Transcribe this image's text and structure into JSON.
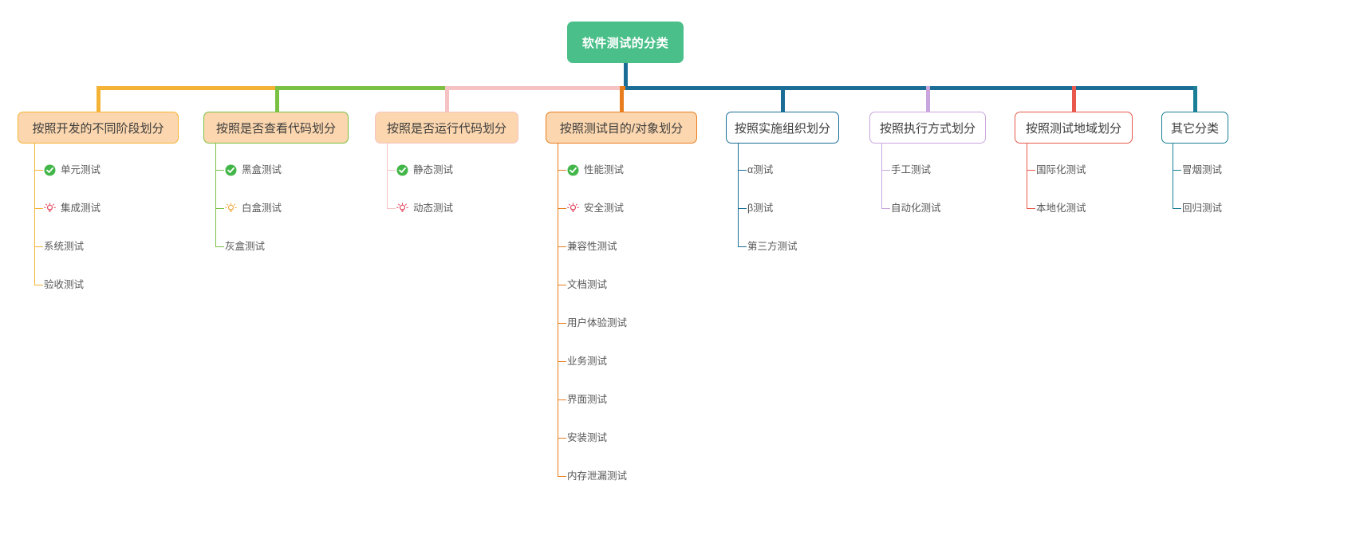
{
  "diagram": {
    "type": "mindmap",
    "title": "软件测试的分类",
    "root": {
      "label": "软件测试的分类",
      "color": "#4bbf8a",
      "text_color": "#ffffff"
    },
    "icons": {
      "check": "green-check-icon",
      "bulb_red": "red-lightbulb-icon",
      "bulb_orange": "orange-lightbulb-icon"
    },
    "branches": [
      {
        "label": "按照开发的不同阶段划分",
        "color": "#f5b335",
        "fill": "#fbd6ae",
        "children": [
          {
            "label": "单元测试",
            "icon": "check"
          },
          {
            "label": "集成测试",
            "icon": "bulb_red"
          },
          {
            "label": "系统测试",
            "icon": ""
          },
          {
            "label": "验收测试",
            "icon": ""
          }
        ]
      },
      {
        "label": "按照是否查看代码划分",
        "color": "#7ac143",
        "fill": "#fbd6ae",
        "children": [
          {
            "label": "黑盒测试",
            "icon": "check"
          },
          {
            "label": "白盒测试",
            "icon": "bulb_orange"
          },
          {
            "label": "灰盒测试",
            "icon": ""
          }
        ]
      },
      {
        "label": "按照是否运行代码划分",
        "color": "#f5c3c3",
        "fill": "#fbd6ae",
        "children": [
          {
            "label": "静态测试",
            "icon": "check"
          },
          {
            "label": "动态测试",
            "icon": "bulb_red"
          }
        ]
      },
      {
        "label": "按照测试目的/对象划分",
        "color": "#e87d1e",
        "fill": "#fbd6ae",
        "children": [
          {
            "label": "性能测试",
            "icon": "check"
          },
          {
            "label": "安全测试",
            "icon": "bulb_red"
          },
          {
            "label": "兼容性测试",
            "icon": ""
          },
          {
            "label": "文档测试",
            "icon": ""
          },
          {
            "label": "用户体验测试",
            "icon": ""
          },
          {
            "label": "业务测试",
            "icon": ""
          },
          {
            "label": "界面测试",
            "icon": ""
          },
          {
            "label": "安装测试",
            "icon": ""
          },
          {
            "label": "内存泄漏测试",
            "icon": ""
          }
        ]
      },
      {
        "label": "按照实施组织划分",
        "color": "#1a6e96",
        "fill": "#ffffff",
        "children": [
          {
            "label": "α测试",
            "icon": ""
          },
          {
            "label": "β测试",
            "icon": ""
          },
          {
            "label": "第三方测试",
            "icon": ""
          }
        ]
      },
      {
        "label": "按照执行方式划分",
        "color": "#c9a6dd",
        "fill": "#ffffff",
        "children": [
          {
            "label": "手工测试",
            "icon": ""
          },
          {
            "label": "自动化测试",
            "icon": ""
          }
        ]
      },
      {
        "label": "按照测试地域划分",
        "color": "#e8584c",
        "fill": "#ffffff",
        "children": [
          {
            "label": "国际化测试",
            "icon": ""
          },
          {
            "label": "本地化测试",
            "icon": ""
          }
        ]
      },
      {
        "label": "其它分类",
        "color": "#1a7f96",
        "fill": "#ffffff",
        "children": [
          {
            "label": "冒烟测试",
            "icon": ""
          },
          {
            "label": "回归测试",
            "icon": ""
          }
        ]
      }
    ]
  }
}
